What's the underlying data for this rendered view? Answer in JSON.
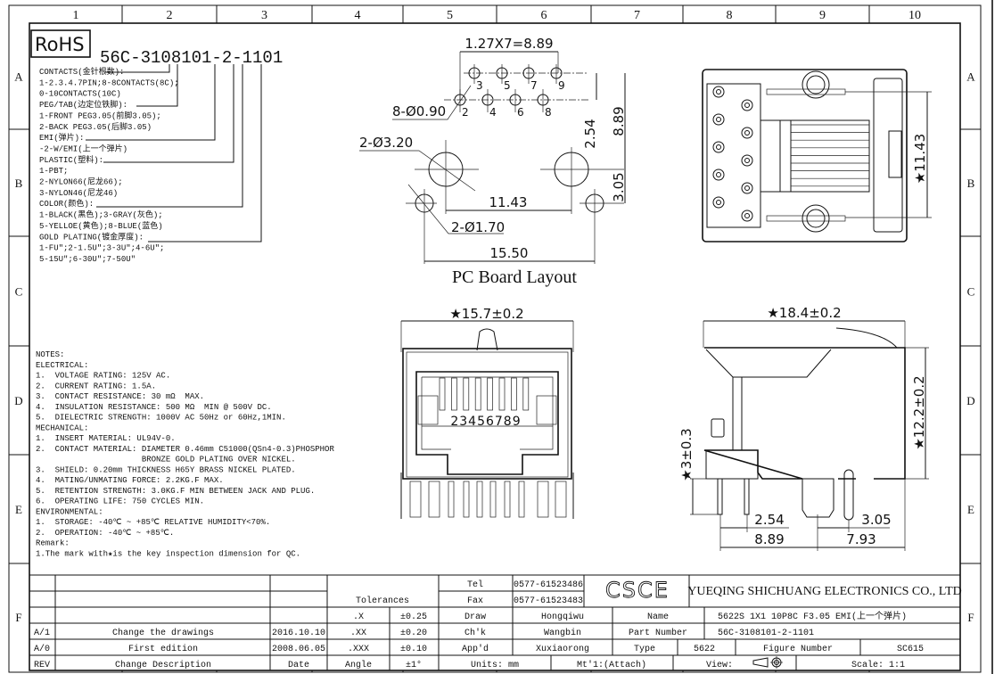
{
  "grid": {
    "columns": [
      "1",
      "2",
      "3",
      "4",
      "5",
      "6",
      "7",
      "8",
      "9",
      "10"
    ],
    "rows": [
      "A",
      "B",
      "C",
      "D",
      "E",
      "F"
    ]
  },
  "rohs_label": "RoHS",
  "part_code": "56C-3108101-2-1101",
  "legend": [
    "CONTACTS(金针根数):",
    "1-2.3.4.7PIN;8-8CONTACTS(8C);",
    "0-10CONTACTS(10C)",
    "PEG/TAB(边定位铁脚):",
    "1-FRONT PEG3.05(前脚3.05);",
    "2-BACK PEG3.05(后脚3.05)",
    "EMI(弹片):",
    "-2-W/EMI(上一个弹片)",
    "PLASTIC(塑料):",
    "1-PBT;",
    "2-NYLON66(尼龙66);",
    "3-NYLON46(尼龙46)",
    "COLOR(颜色):",
    "1-BLACK(黑色);3-GRAY(灰色);",
    "5-YELLOE(黄色);8-BLUE(蓝色)",
    "GOLD PLATING(镀金厚度):",
    "1-FU\";2-1.5U\";3-3U\";4-6U\";",
    "5-15U\";6-30U\";7-50U\""
  ],
  "notes": [
    "NOTES:",
    "ELECTRICAL:",
    "1.  VOLTAGE RATING: 125V AC.",
    "2.  CURRENT RATING: 1.5A.",
    "3.  CONTACT RESISTANCE: 30 mΩ  MAX.",
    "4.  INSULATION RESISTANCE: 500 MΩ  MIN @ 500V DC.",
    "5.  DIELECTRIC STRENGTH: 1000V AC 50Hz or 60Hz,1MIN.",
    "MECHANICAL:",
    "1.  INSERT MATERIAL: UL94V-0.",
    "2.  CONTACT MATERIAL: DIAMETER 0.46mm C51000(QSn4-0.3)PHOSPHOR",
    "                      BRONZE GOLD PLATING OVER NICKEL.",
    "3.  SHIELD: 0.20mm THICKNESS H65Y BRASS NICKEL PLATED.",
    "4.  MATING/UNMATING FORCE: 2.2KG.F MAX.",
    "5.  RETENTION STRENGTH: 3.0KG.F MIN BETWEEN JACK AND PLUG.",
    "6.  OPERATING LIFE: 750 CYCLES MIN.",
    "ENVIRONMENTAL:",
    "1.  STORAGE: -40℃ ~ +85℃ RELATIVE HUMIDITY<70%.",
    "2.  OPERATION: -40℃ ~ +85℃.",
    "Remark:",
    "1.The mark with★is the key inspection dimension for QC."
  ],
  "pcb_layout": {
    "title": "PC Board Layout",
    "pitch_dim": "1.27X7=8.89",
    "pin_hole_dim": "8-Ø0.90",
    "mount_hole_dim": "2-Ø3.20",
    "peg_hole_dim": "2-Ø1.70",
    "mount_span": "11.43",
    "peg_span": "15.50",
    "row_gap": "2.54",
    "pin_to_mount": "8.89",
    "mount_to_peg": "3.05",
    "top_pins": [
      "3",
      "5",
      "7",
      "9"
    ],
    "bottom_pins": [
      "2",
      "4",
      "6",
      "8"
    ]
  },
  "front_view": {
    "width_dim": "★15.7±0.2",
    "contact_numbers": "23456789"
  },
  "side_view": {
    "length_dim": "★18.4±0.2",
    "height_dim": "★12.2±0.2",
    "pin_length_dim": "★3±0.3",
    "pin_pitch": "2.54",
    "peg_offset": "3.05",
    "pin_to_peg": "8.89",
    "peg_to_front": "7.93"
  },
  "top_view": {
    "mount_span_dim": "★11.43"
  },
  "title_block": {
    "tolerances_label": "Tolerances",
    "tol_rows": [
      {
        "k": ".X",
        "v": "±0.25"
      },
      {
        "k": ".XX",
        "v": "±0.20"
      },
      {
        "k": ".XXX",
        "v": "±0.10"
      },
      {
        "k": "Angle",
        "v": "±1°"
      }
    ],
    "revisions": [
      {
        "rev": "A/1",
        "desc": "Change the drawings",
        "date": "2016.10.10"
      },
      {
        "rev": "A/0",
        "desc": "First edition",
        "date": "2008.06.05"
      }
    ],
    "rev_header": "REV",
    "desc_header": "Change Description",
    "date_header": "Date",
    "tel_label": "Tel",
    "tel": "0577-61523486",
    "fax_label": "Fax",
    "fax": "0577-61523483",
    "logo": "CSCE",
    "company": "YUEQING SHICHUANG ELECTRONICS CO., LTD",
    "draw_label": "Draw",
    "draw": "Hongqiwu",
    "chk_label": "Ch'k",
    "chk": "Wangbin",
    "appd_label": "App'd",
    "appd": "Xuxiaorong",
    "name_label": "Name",
    "name": "5622S 1X1 10P8C F3.05 EMI(上一个弹片)",
    "part_label": "Part Number",
    "part": "56C-3108101-2-1101",
    "type_label": "Type",
    "type": "5622",
    "figure_label": "Figure Number",
    "figure": "SC615",
    "units": "Units: mm",
    "material": "Mt'1:(Attach)",
    "view_label": "View:",
    "scale": "Scale: 1:1"
  }
}
